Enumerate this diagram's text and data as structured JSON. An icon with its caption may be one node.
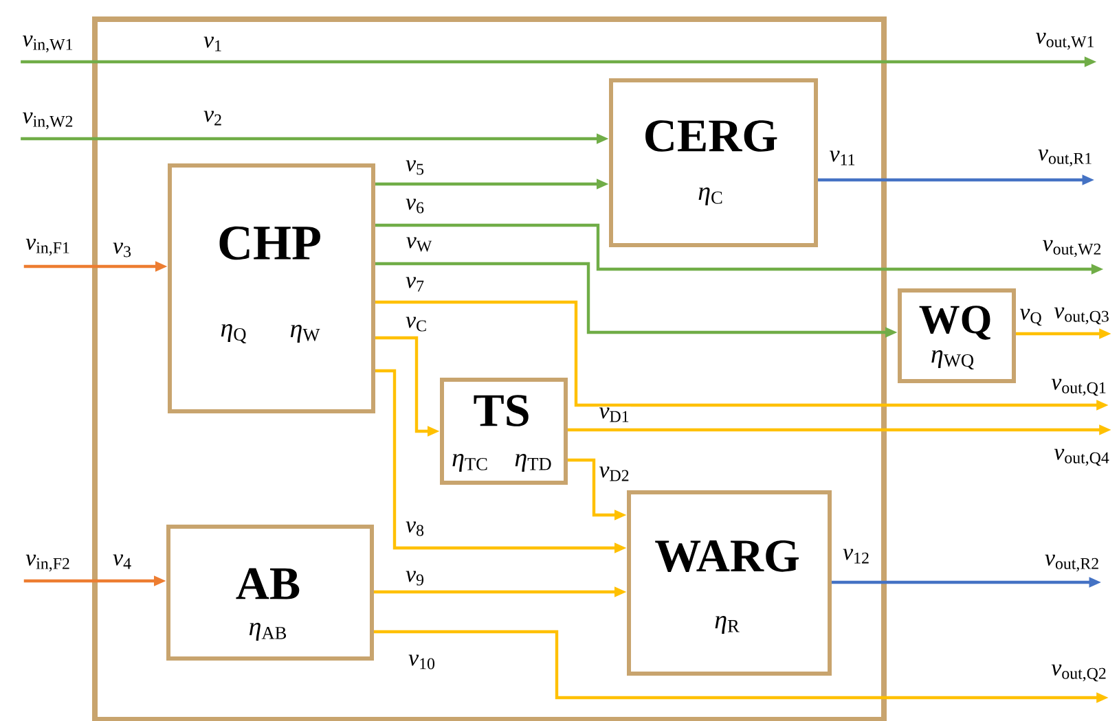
{
  "diagram": {
    "nodes": [
      {
        "text": [],
        "shape": "box"
      },
      {
        "text": [
          "*v*$_{in,W1}$"
        ]
      },
      {
        "text": [
          "*v*$_{in,W2}$"
        ]
      },
      {
        "text": [
          "*v*$_{in,F1}$"
        ]
      },
      {
        "text": [
          "*v*$_{in,F2}$"
        ]
      },
      {
        "text": [
          "CHP",
          "*η*$_{Q}$",
          "*η*$_{W}$"
        ],
        "in": 0
      },
      {
        "text": [
          "CERG",
          "*η*$_{C}$"
        ],
        "in": 0
      },
      {
        "text": [
          "TS",
          "*η*$_{TC}$",
          "*η*$_{TD}$"
        ],
        "in": 0
      },
      {
        "text": [
          "AB",
          "*η*$_{AB}$"
        ],
        "in": 0
      },
      {
        "text": [
          "WARG",
          "*η*$_{R}$"
        ],
        "in": 0
      },
      {
        "text": [
          "WQ",
          "*η*$_{WQ}$"
        ]
      },
      {
        "text": [
          "*v*$_{out,W1}$"
        ]
      },
      {
        "text": [
          "*v*$_{out,R1}$"
        ]
      },
      {
        "text": [
          "*v*$_{out,W2}$"
        ]
      },
      {
        "text": [
          "*v*$_{out,Q3}$"
        ]
      },
      {
        "text": [
          "*v*$_{out,Q1}$"
        ]
      },
      {
        "text": [
          "*v*$_{out,Q4}$"
        ]
      },
      {
        "text": [
          "*v*$_{out,R2}$"
        ]
      },
      {
        "text": [
          "*v*$_{out,Q2}$"
        ]
      }
    ],
    "edges": [
      {
        "from": 1,
        "to": 11,
        "arrow": "to",
        "label": "*v*$_{1}$",
        "color": "#70ad47"
      },
      {
        "from": 2,
        "to": 6,
        "arrow": "to",
        "label": "*v*$_{2}$",
        "color": "#70ad47"
      },
      {
        "from": 3,
        "to": 5,
        "arrow": "to",
        "label": "*v*$_{3}$",
        "color": "#ed7d31"
      },
      {
        "from": 4,
        "to": 8,
        "arrow": "to",
        "label": "*v*$_{4}$",
        "color": "#ed7d31"
      },
      {
        "from": 5,
        "to": 6,
        "arrow": "to",
        "label": "*v*$_{5}$",
        "color": "#70ad47"
      },
      {
        "from": 5,
        "to": 13,
        "arrow": "to",
        "label": "*v*$_{6}$",
        "color": "#70ad47"
      },
      {
        "from": 5,
        "to": 10,
        "arrow": "to",
        "label": "*v*$_{W}$",
        "color": "#70ad47"
      },
      {
        "from": 5,
        "to": 15,
        "arrow": "to",
        "label": "*v*$_{7}$"
      },
      {
        "from": 5,
        "to": 7,
        "arrow": "to",
        "label": "*v*$_{C}$"
      },
      {
        "from": 5,
        "to": 9,
        "arrow": "to",
        "label": "*v*$_{8}$"
      },
      {
        "from": 6,
        "to": 12,
        "arrow": "to",
        "label": "*v*$_{11}$",
        "color": "#4472c4"
      },
      {
        "from": 10,
        "to": 14,
        "arrow": "to",
        "label": "*v*$_{Q}$"
      },
      {
        "from": 7,
        "to": 16,
        "arrow": "to",
        "label": "*v*$_{D1}$"
      },
      {
        "from": 7,
        "to": 9,
        "arrow": "to",
        "label": "*v*$_{D2}$"
      },
      {
        "from": 8,
        "to": 9,
        "arrow": "to",
        "label": "*v*$_{9}$"
      },
      {
        "from": 8,
        "to": 18,
        "arrow": "to",
        "label": "*v*$_{10}$"
      },
      {
        "from": 9,
        "to": 17,
        "arrow": "to",
        "label": "*v*$_{12}$",
        "color": "#4472c4"
      }
    ]
  }
}
